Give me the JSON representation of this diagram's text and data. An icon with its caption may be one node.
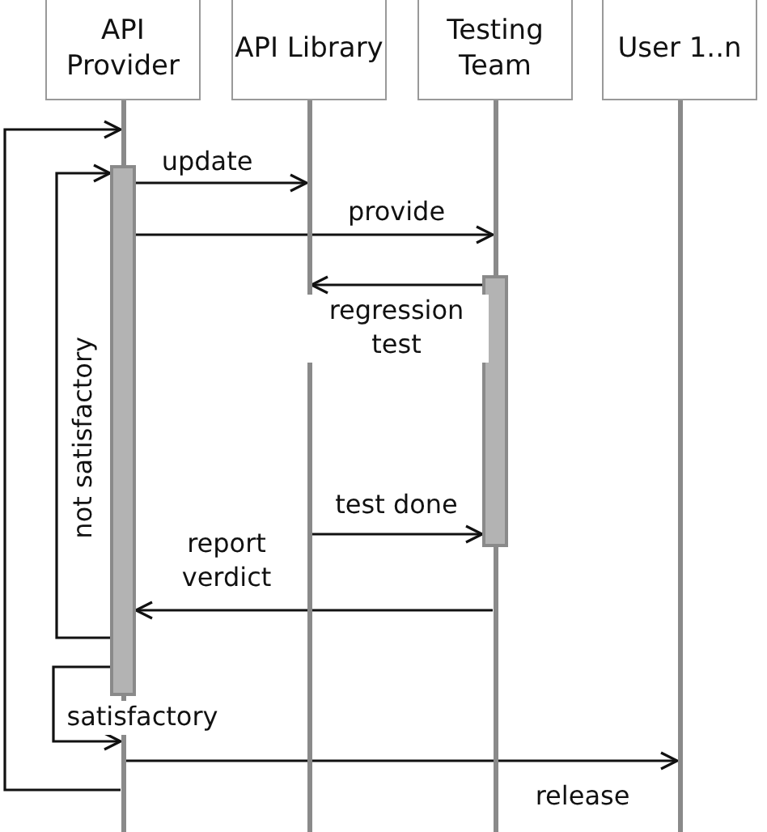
{
  "diagram": {
    "nodes": [
      {
        "text": [
          "API Provider"
        ]
      },
      {
        "text": [
          "API Library"
        ]
      },
      {
        "text": [
          "Testing Team"
        ]
      },
      {
        "text": [
          "User 1..n"
        ]
      },
      {
        "text": [],
        "shape": "line"
      },
      {
        "text": [],
        "shape": "line"
      },
      {
        "text": [],
        "shape": "line"
      },
      {
        "text": [],
        "shape": "line"
      },
      {
        "text": [],
        "shape": "bar"
      },
      {
        "text": [],
        "shape": "bar"
      }
    ],
    "edges": [
      {
        "from": 8,
        "to": 5,
        "arrow": "to",
        "label": "update"
      },
      {
        "from": 8,
        "to": 6,
        "arrow": "to",
        "label": "provide"
      },
      {
        "from": 9,
        "to": 5,
        "arrow": "to",
        "label": "regression test"
      },
      {
        "from": 5,
        "to": 9,
        "arrow": "to",
        "label": "test done"
      },
      {
        "from": 6,
        "to": 8,
        "arrow": "to",
        "label": "report verdict"
      },
      {
        "from": 8,
        "to": 8,
        "arrow": "to",
        "label": "not satisfactory"
      },
      {
        "from": 8,
        "to": 4,
        "arrow": "to",
        "label": "satisfactory"
      },
      {
        "from": 4,
        "to": 7,
        "arrow": "to",
        "label": "release"
      },
      {
        "from": 4,
        "to": 4,
        "arrow": "to"
      }
    ]
  }
}
